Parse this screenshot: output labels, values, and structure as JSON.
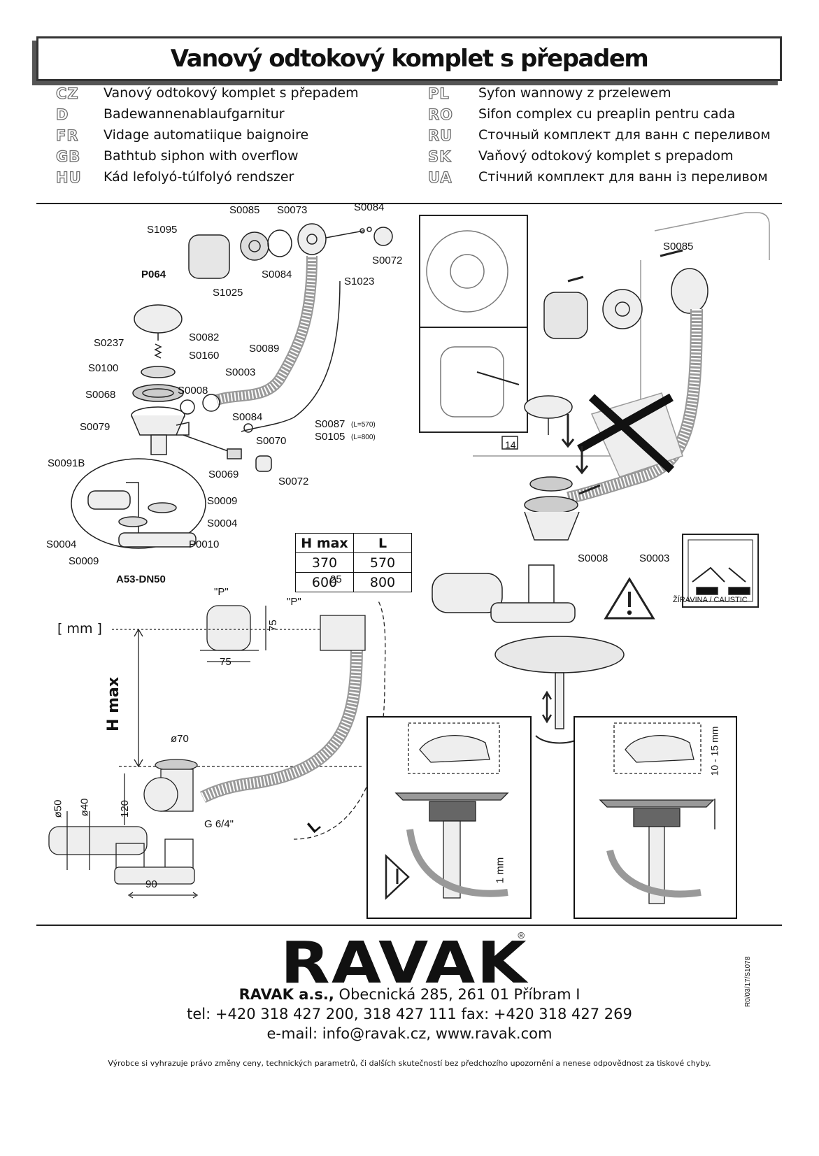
{
  "title": "Vanový odtokový komplet s přepadem",
  "languages_left": [
    {
      "code": "CZ",
      "text": "Vanový odtokový komplet s přepadem"
    },
    {
      "code": "D",
      "text": "Badewannenablaufgarnitur"
    },
    {
      "code": "FR",
      "text": "Vidage automatiique baignoire"
    },
    {
      "code": "GB",
      "text": "Bathtub siphon with overflow"
    },
    {
      "code": "HU",
      "text": "Kád lefolyó-túlfolyó rendszer"
    }
  ],
  "languages_right": [
    {
      "code": "PL",
      "text": "Syfon wannowy z przelewem"
    },
    {
      "code": "RO",
      "text": "Sifon complex cu preaplin pentru cada"
    },
    {
      "code": "RU",
      "text": "Сточный комплект для ванн с переливом"
    },
    {
      "code": "SK",
      "text": "Vaňový odtokový komplet s prepadom"
    },
    {
      "code": "UA",
      "text": "Стічний комплект для ванн із переливом"
    }
  ],
  "parts": {
    "S0085": "S0085",
    "S0073": "S0073",
    "S0084": "S0084",
    "S1095": "S1095",
    "S0072": "S0072",
    "P064": "P064",
    "S1025": "S1025",
    "S1023": "S1023",
    "S0082": "S0082",
    "S0237": "S0237",
    "S0160": "S0160",
    "S0089": "S0089",
    "S0100": "S0100",
    "S0003": "S0003",
    "S0068": "S0068",
    "S0008": "S0008",
    "S0079": "S0079",
    "S0087": "S0087",
    "L570": "(L=570)",
    "S0105": "S0105",
    "L800": "(L=800)",
    "S0070": "S0070",
    "S0069": "S0069",
    "S0091B": "S0091B",
    "S0009": "S0009",
    "S0004": "S0004",
    "P0010": "P0010",
    "A53": "A53-DN50"
  },
  "table": {
    "headers": [
      "H max",
      "L"
    ],
    "rows": [
      [
        "370",
        "570"
      ],
      [
        "600",
        "800"
      ]
    ]
  },
  "dimensions": {
    "unit": "[ mm ]",
    "hmax": "H max",
    "p": "\"P\"",
    "d75a": "75",
    "d75b": "75",
    "d25": "25",
    "d70": "ø70",
    "d50": "ø50",
    "d40": "ø40",
    "d120": "120",
    "g": "G 6/4\"",
    "d90": "90",
    "L": "L",
    "d1015": "10 - 15 mm",
    "d1": "1 mm",
    "key14": "14"
  },
  "caustic": "ŽÍRAVINA / CAUSTIC",
  "company": {
    "logo": "RAVAK",
    "reg": "®",
    "name": "RAVAK a.s.,",
    "address": " Obecnická 285, 261 01 Příbram I",
    "tel": "tel: +420 318 427 200, 318 427 111 fax: +420 318 427 269",
    "email": "e-mail: info@ravak.cz, www.ravak.com",
    "code": "R0/03/17/S1078"
  },
  "disclaimer": "Výrobce si vyhrazuje právo změny ceny, technických parametrů, či dalších skutečností bez předchozího upozornění a nenese odpovědnost za tiskové chyby."
}
